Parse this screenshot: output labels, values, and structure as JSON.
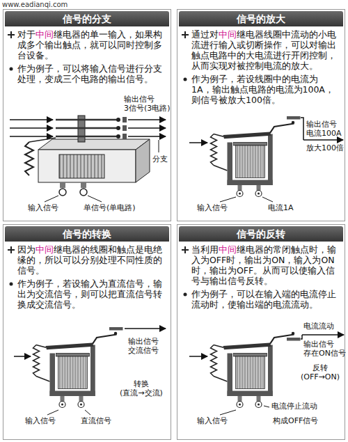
{
  "diagram": {
    "nodes": [
      {
        "text": [
          "信号的分支",
          "对于中间继电器的单一输入，如果构成多个输出触点，就可以同时控制多台设备。",
          "作为例子，可以将输入信号进行分支处理，变成三个电路的输出信号。"
        ]
      },
      {
        "text": [
          "信号的放大",
          "通过对中间继电器线圈中流动的小电流进行输入或切断操作，可以对输出触点电路中的大电流进行开闭控制，从而实现对被控制电流的放大。",
          "作为例子，若设线圈中的电流为1A，输出触点电路的电流为100A，则信号被放大100倍。"
        ]
      },
      {
        "text": [
          "信号的转换",
          "因为中间继电器的线圈和触点是电绝缘的，所以可以分别处理不同性质的信号。",
          "作为例子，若设输入为直流信号，输出为交流信号，则可以把直流信号转换成交流信号。"
        ]
      },
      {
        "text": [
          "信号的反转",
          "当利用中间继电器的常闭触点时，输入为OFF时，输出为ON，输入为ON时，输出为OFF。从而可以使输入信号与输出信号反转。",
          "作为例子，可以在输入端的电流停止流动时，使输出端的电流流动。"
        ]
      }
    ],
    "labels": [
      "www.eadianqi.com",
      "输出信号 3信号(3电路)",
      "分支",
      "输入信号",
      "单信号(单电路)",
      "输出信号 电流100A",
      "放大100倍",
      "输入信号",
      "电流1A",
      "输出信号 交流信号",
      "转换 (直流→交流)",
      "输入信号",
      "直流信号",
      "电流流动",
      "输出信号 存在ON信号",
      "反转 (OFF→ON)",
      "输入信号",
      "电流停止流动",
      "构成OFF信号"
    ]
  }
}
